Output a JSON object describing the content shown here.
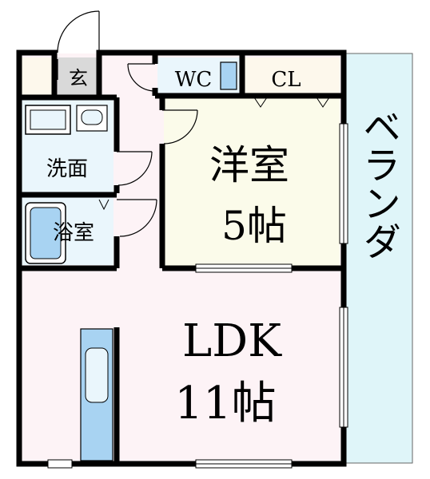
{
  "rooms": {
    "entrance": {
      "label": "玄"
    },
    "wc": {
      "label": "WC"
    },
    "closet": {
      "label": "CL"
    },
    "washroom": {
      "label": "洗面"
    },
    "bathroom": {
      "label": "浴室"
    },
    "western_room": {
      "label": "洋室",
      "size": "5帖"
    },
    "ldk": {
      "label": "LDK",
      "size": "11帖"
    },
    "veranda": {
      "label": "ベランダ"
    }
  },
  "colors": {
    "wall": "#000000",
    "ldk_floor": "#fdf3f6",
    "western_floor": "#fbfbea",
    "wet_area_floor": "#eaf6fc",
    "closet_floor": "#fdf8ec",
    "veranda_floor": "#dff5f9",
    "fixture": "#a8d3f2",
    "entrance_floor": "#d9d9d9"
  }
}
